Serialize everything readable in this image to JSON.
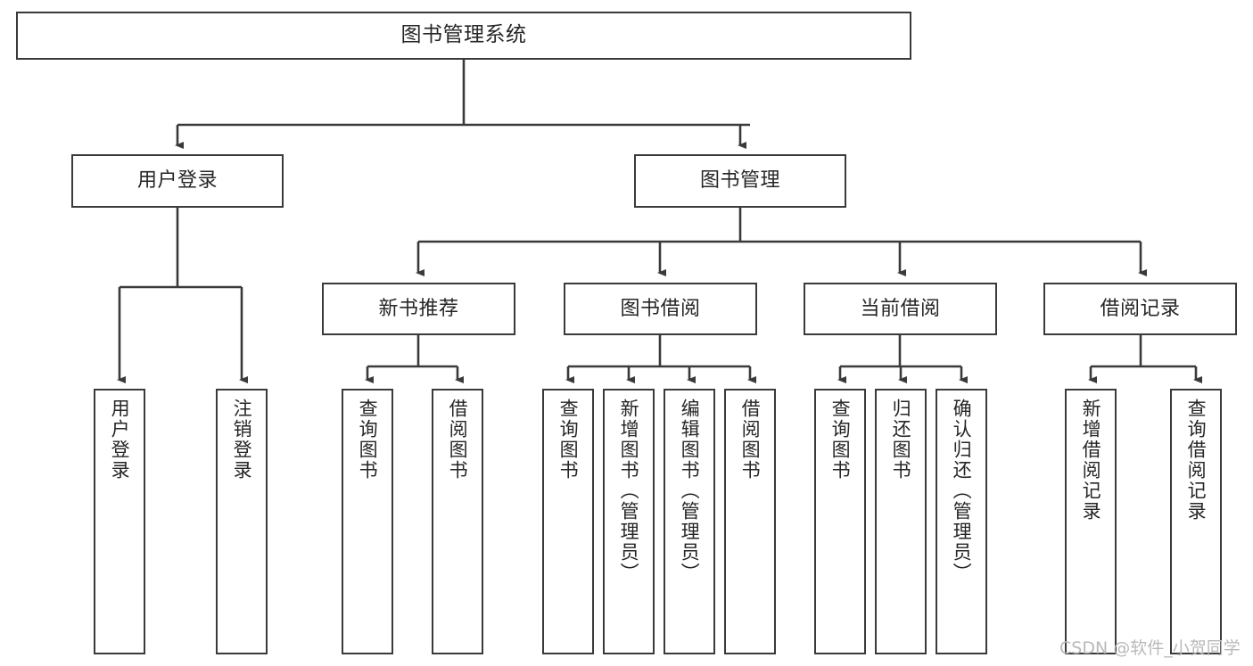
{
  "diagram": {
    "title": "图书管理系统",
    "type": "tree",
    "watermark": "CSDN @软件_小贺同学",
    "colors": {
      "box_border": "#3a3a3a",
      "box_fill": "#ffffff",
      "edge": "#3a3a3a",
      "text": "#262626",
      "watermark": "#b9b9b9",
      "background": "#ffffff"
    },
    "root": {
      "label": "图书管理系统"
    },
    "level2": [
      {
        "label": "用户登录"
      },
      {
        "label": "图书管理"
      }
    ],
    "level3": [
      {
        "label": "新书推荐"
      },
      {
        "label": "图书借阅"
      },
      {
        "label": "当前借阅"
      },
      {
        "label": "借阅记录"
      }
    ],
    "leaves": {
      "user_login": [
        {
          "label": "用户登录"
        },
        {
          "label": "注销登录"
        }
      ],
      "new_book": [
        {
          "label": "查询图书"
        },
        {
          "label": "借阅图书"
        }
      ],
      "book_borrow": [
        {
          "label": "查询图书"
        },
        {
          "label": "新增图书（管理员）"
        },
        {
          "label": "编辑图书（管理员）"
        },
        {
          "label": "借阅图书"
        }
      ],
      "current_borrow": [
        {
          "label": "查询图书"
        },
        {
          "label": "归还图书"
        },
        {
          "label": "确认归还（管理员）"
        }
      ],
      "borrow_record": [
        {
          "label": "新增借阅记录"
        },
        {
          "label": "查询借阅记录"
        }
      ]
    }
  }
}
